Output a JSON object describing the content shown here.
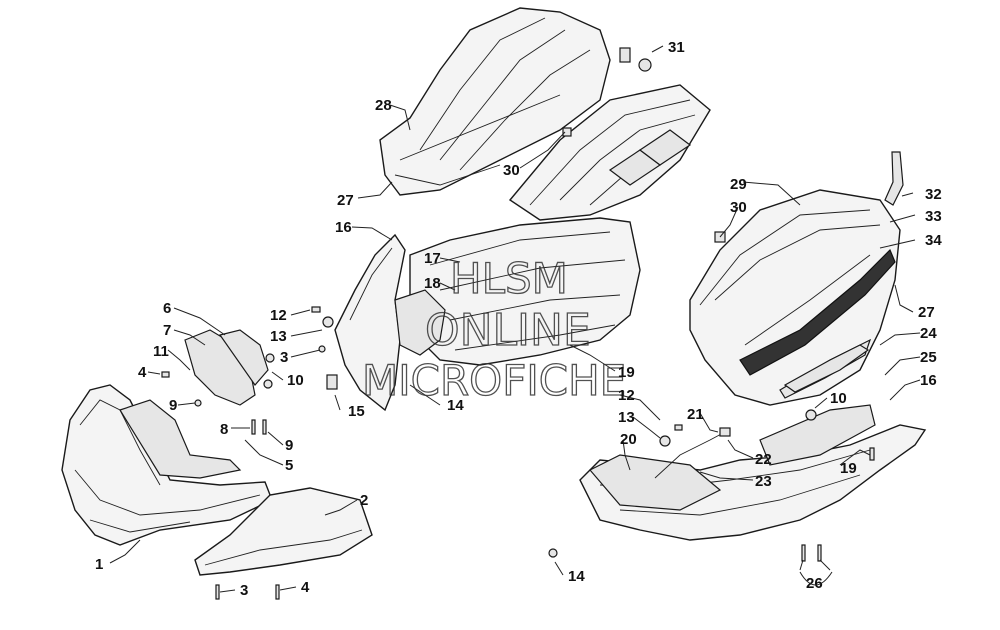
{
  "watermark": {
    "line1": "HLSM",
    "line2": "ONLINE",
    "line3": "MICROFICHE"
  },
  "callouts": {
    "c1": "1",
    "c2": "2",
    "c3a": "3",
    "c3b": "3",
    "c4a": "4",
    "c4b": "4",
    "c5": "5",
    "c6": "6",
    "c7": "7",
    "c8": "8",
    "c9a": "9",
    "c9b": "9",
    "c10a": "10",
    "c10b": "10",
    "c11": "11",
    "c12a": "12",
    "c12b": "12",
    "c13a": "13",
    "c13b": "13",
    "c14a": "14",
    "c14b": "14",
    "c15": "15",
    "c16a": "16",
    "c16b": "16",
    "c17": "17",
    "c18": "18",
    "c19a": "19",
    "c19b": "19",
    "c20": "20",
    "c21": "21",
    "c22": "22",
    "c23": "23",
    "c24": "24",
    "c25": "25",
    "c26": "26",
    "c27a": "27",
    "c27b": "27",
    "c28": "28",
    "c29": "29",
    "c30a": "30",
    "c30b": "30",
    "c31": "31",
    "c32": "32",
    "c33": "33",
    "c34": "34"
  }
}
